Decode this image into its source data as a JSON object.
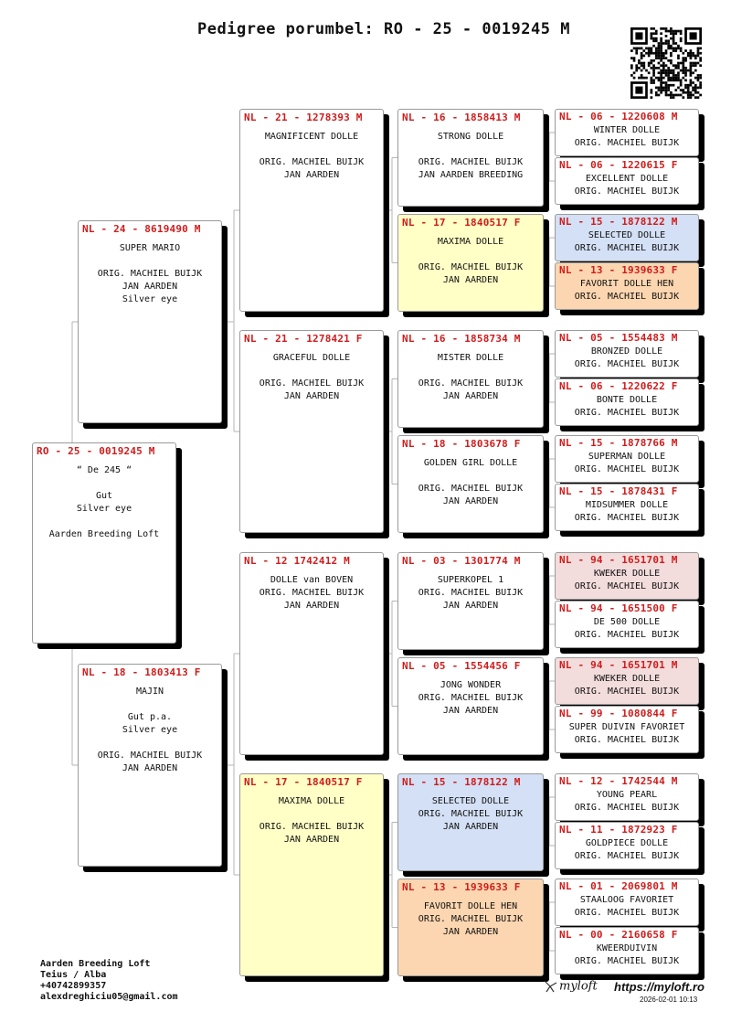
{
  "title": "Pedigree porumbel: RO - 25 - 0019245 M",
  "subject": {
    "ring": "RO - 25 - 0019245 M",
    "name": "“ De 245 “",
    "info": "Gut\nSilver eye\n\nAarden Breeding Loft"
  },
  "gen1": [
    {
      "ring": "NL - 24 - 8619490 M",
      "name": "SUPER MARIO",
      "info": "ORIG. MACHIEL BUIJK\nJAN AARDEN\nSilver eye"
    },
    {
      "ring": "NL - 18 - 1803413 F",
      "name": "MAJIN",
      "info": "Gut p.a.\nSilver eye\n\nORIG. MACHIEL BUIJK\nJAN AARDEN"
    }
  ],
  "gen2": [
    {
      "ring": "NL - 21 - 1278393 M",
      "name": "MAGNIFICENT DOLLE",
      "info": "ORIG. MACHIEL BUIJK\nJAN AARDEN"
    },
    {
      "ring": "NL - 21 - 1278421 F",
      "name": "GRACEFUL DOLLE",
      "info": "ORIG. MACHIEL BUIJK\nJAN AARDEN"
    },
    {
      "ring": "NL - 12 1742412 M",
      "name": "DOLLE van BOVEN\nORIG. MACHIEL BUIJK\nJAN AARDEN",
      "info": ""
    },
    {
      "ring": "NL - 17 - 1840517 F",
      "name": "MAXIMA DOLLE",
      "info": "ORIG. MACHIEL BUIJK\nJAN AARDEN",
      "color": "yellow"
    }
  ],
  "gen3": [
    {
      "ring": "NL - 16 - 1858413 M",
      "name": "STRONG DOLLE",
      "info": "ORIG. MACHIEL BUIJK\nJAN AARDEN BREEDING"
    },
    {
      "ring": "NL - 17 - 1840517 F",
      "name": "MAXIMA DOLLE",
      "info": "ORIG. MACHIEL BUIJK\nJAN AARDEN",
      "color": "yellow"
    },
    {
      "ring": "NL - 16 - 1858734 M",
      "name": "MISTER DOLLE",
      "info": "ORIG. MACHIEL BUIJK\nJAN AARDEN"
    },
    {
      "ring": "NL - 18 - 1803678 F",
      "name": "GOLDEN GIRL DOLLE",
      "info": "ORIG. MACHIEL BUIJK\nJAN AARDEN"
    },
    {
      "ring": "NL - 03 - 1301774 M",
      "name": "SUPERKOPEL 1\nORIG. MACHIEL BUIJK\nJAN AARDEN",
      "info": ""
    },
    {
      "ring": "NL - 05 - 1554456 F",
      "name": "JONG WONDER\nORIG. MACHIEL BUIJK\nJAN AARDEN",
      "info": ""
    },
    {
      "ring": "NL - 15 - 1878122 M",
      "name": "SELECTED DOLLE\nORIG. MACHIEL BUIJK\nJAN AARDEN",
      "info": "",
      "color": "blue"
    },
    {
      "ring": "NL - 13 - 1939633 F",
      "name": "FAVORIT DOLLE HEN\nORIG. MACHIEL BUIJK\nJAN AARDEN",
      "info": "",
      "color": "orange"
    }
  ],
  "gen4": [
    {
      "ring": "NL - 06 - 1220608 M",
      "name": "WINTER DOLLE\nORIG. MACHIEL BUIJK"
    },
    {
      "ring": "NL - 06 - 1220615 F",
      "name": "EXCELLENT DOLLE\nORIG. MACHIEL BUIJK"
    },
    {
      "ring": "NL - 15 - 1878122 M",
      "name": "SELECTED DOLLE\nORIG. MACHIEL BUIJK",
      "color": "blue"
    },
    {
      "ring": "NL - 13 - 1939633 F",
      "name": "FAVORIT DOLLE HEN\nORIG. MACHIEL BUIJK",
      "color": "orange"
    },
    {
      "ring": "NL - 05 - 1554483 M",
      "name": "BRONZED DOLLE\nORIG. MACHIEL BUIJK"
    },
    {
      "ring": "NL - 06 - 1220622 F",
      "name": "BONTE DOLLE\nORIG. MACHIEL BUIJK"
    },
    {
      "ring": "NL - 15 - 1878766 M",
      "name": "SUPERMAN DOLLE\nORIG. MACHIEL BUIJK"
    },
    {
      "ring": "NL - 15 - 1878431 F",
      "name": "MIDSUMMER DOLLE\nORIG. MACHIEL BUIJK"
    },
    {
      "ring": "NL - 94 - 1651701 M",
      "name": "KWEKER DOLLE\nORIG. MACHIEL BUIJK",
      "color": "pink"
    },
    {
      "ring": "NL - 94 - 1651500 F",
      "name": "DE 500 DOLLE\nORIG. MACHIEL BUIJK"
    },
    {
      "ring": "NL - 94 - 1651701 M",
      "name": "KWEKER DOLLE\nORIG. MACHIEL BUIJK",
      "color": "pink"
    },
    {
      "ring": "NL - 99 - 1080844 F",
      "name": "SUPER DUIVIN FAVORIET\nORIG. MACHIEL BUIJK"
    },
    {
      "ring": "NL - 12 - 1742544 M",
      "name": "YOUNG PEARL\nORIG. MACHIEL BUIJK"
    },
    {
      "ring": "NL - 11 - 1872923 F",
      "name": "GOLDPIECE DOLLE\nORIG. MACHIEL BUIJK"
    },
    {
      "ring": "NL - 01 - 2069801 M",
      "name": "STAALOOG FAVORIET\nORIG. MACHIEL BUIJK"
    },
    {
      "ring": "NL - 00 - 2160658 F",
      "name": "KWEERDUIVIN\nORIG. MACHIEL BUIJK"
    }
  ],
  "footer": {
    "loft": "Aarden Breeding Loft",
    "location": "Teius / Alba",
    "phone": "+40742899357",
    "email": "alexdreghiciu05@gmail.com",
    "brand": "myloft",
    "website": "https://myloft.ro",
    "timestamp": "2026-02-01 10:13"
  },
  "icons": {
    "qr": "qr-code-icon",
    "logo": "myloft-bird-logo-icon"
  }
}
